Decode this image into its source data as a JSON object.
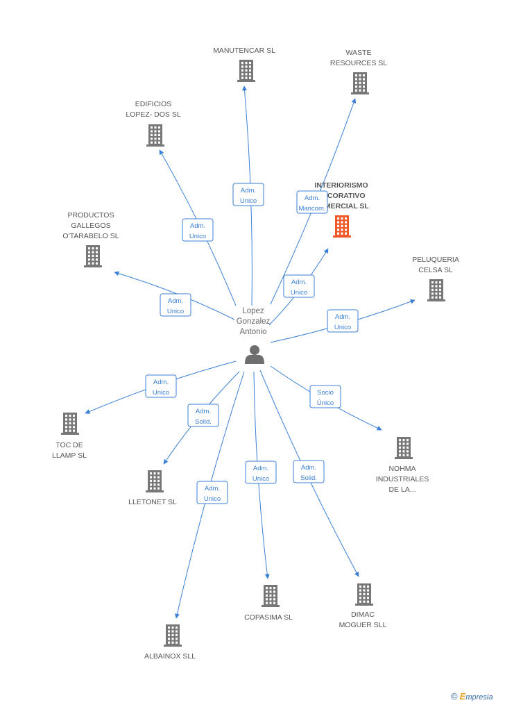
{
  "center": {
    "name_lines": [
      "Lopez",
      "Gonzalez",
      "Antonio"
    ],
    "icon": "person-icon"
  },
  "companies": [
    {
      "id": "manutencar",
      "lines": [
        "MANUTENCAR SL"
      ],
      "icon": "building-icon",
      "color": "#777777"
    },
    {
      "id": "waste",
      "lines": [
        "WASTE",
        "RESOURCES SL"
      ],
      "icon": "building-icon",
      "color": "#777777"
    },
    {
      "id": "edificios",
      "lines": [
        "EDIFICIOS",
        "LOPEZ- DOS SL"
      ],
      "icon": "building-icon",
      "color": "#777777"
    },
    {
      "id": "interiorismo",
      "lines": [
        "INTERIORISMO",
        "DECORATIVO",
        "COMERCIAL SL"
      ],
      "icon": "building-icon",
      "color": "#f05a28",
      "focus": true
    },
    {
      "id": "productos",
      "lines": [
        "PRODUCTOS",
        "GALLEGOS",
        "O'TARABELO  SL"
      ],
      "icon": "building-icon",
      "color": "#777777"
    },
    {
      "id": "peluqueria",
      "lines": [
        "PELUQUERIA",
        "CELSA  SL"
      ],
      "icon": "building-icon",
      "color": "#777777"
    },
    {
      "id": "toc",
      "lines": [
        "TOC DE",
        "LLAMP SL"
      ],
      "icon": "building-icon",
      "color": "#777777"
    },
    {
      "id": "lletonet",
      "lines": [
        "LLETONET SL"
      ],
      "icon": "building-icon",
      "color": "#777777"
    },
    {
      "id": "nohma",
      "lines": [
        "NOHMA",
        "INDUSTRIALES",
        "DE LA..."
      ],
      "icon": "building-icon",
      "color": "#777777"
    },
    {
      "id": "albainox",
      "lines": [
        "ALBAINOX SLL"
      ],
      "icon": "building-icon",
      "color": "#777777"
    },
    {
      "id": "copasima",
      "lines": [
        "COPASIMA SL"
      ],
      "icon": "building-icon",
      "color": "#777777"
    },
    {
      "id": "dimac",
      "lines": [
        "DIMAC",
        "MOGUER  SLL"
      ],
      "icon": "building-icon",
      "color": "#777777"
    }
  ],
  "relations": [
    {
      "to": "manutencar",
      "role": [
        "Adm.",
        "Unico"
      ]
    },
    {
      "to": "waste",
      "role": [
        "Adm.",
        "Mancom."
      ]
    },
    {
      "to": "edificios",
      "role": [
        "Adm.",
        "Unico"
      ]
    },
    {
      "to": "interiorismo",
      "role": [
        "Adm.",
        "Unico"
      ]
    },
    {
      "to": "productos",
      "role": [
        "Adm.",
        "Unico"
      ]
    },
    {
      "to": "peluqueria",
      "role": [
        "Adm.",
        "Unico"
      ]
    },
    {
      "to": "toc",
      "role": [
        "Adm.",
        "Unico"
      ]
    },
    {
      "to": "lletonet",
      "role": [
        "Adm.",
        "Solid."
      ]
    },
    {
      "to": "nohma",
      "role": [
        "Socio",
        "Único"
      ]
    },
    {
      "to": "albainox",
      "role": [
        "Adm.",
        "Unico"
      ]
    },
    {
      "to": "copasima",
      "role": [
        "Adm.",
        "Unico"
      ]
    },
    {
      "to": "dimac",
      "role": [
        "Adm.",
        "Solid."
      ]
    }
  ],
  "edge_color": "#3a7fd5",
  "footer": {
    "copyright_symbol": "©",
    "brand_first_letter": "E",
    "brand_rest": "mpresia"
  }
}
